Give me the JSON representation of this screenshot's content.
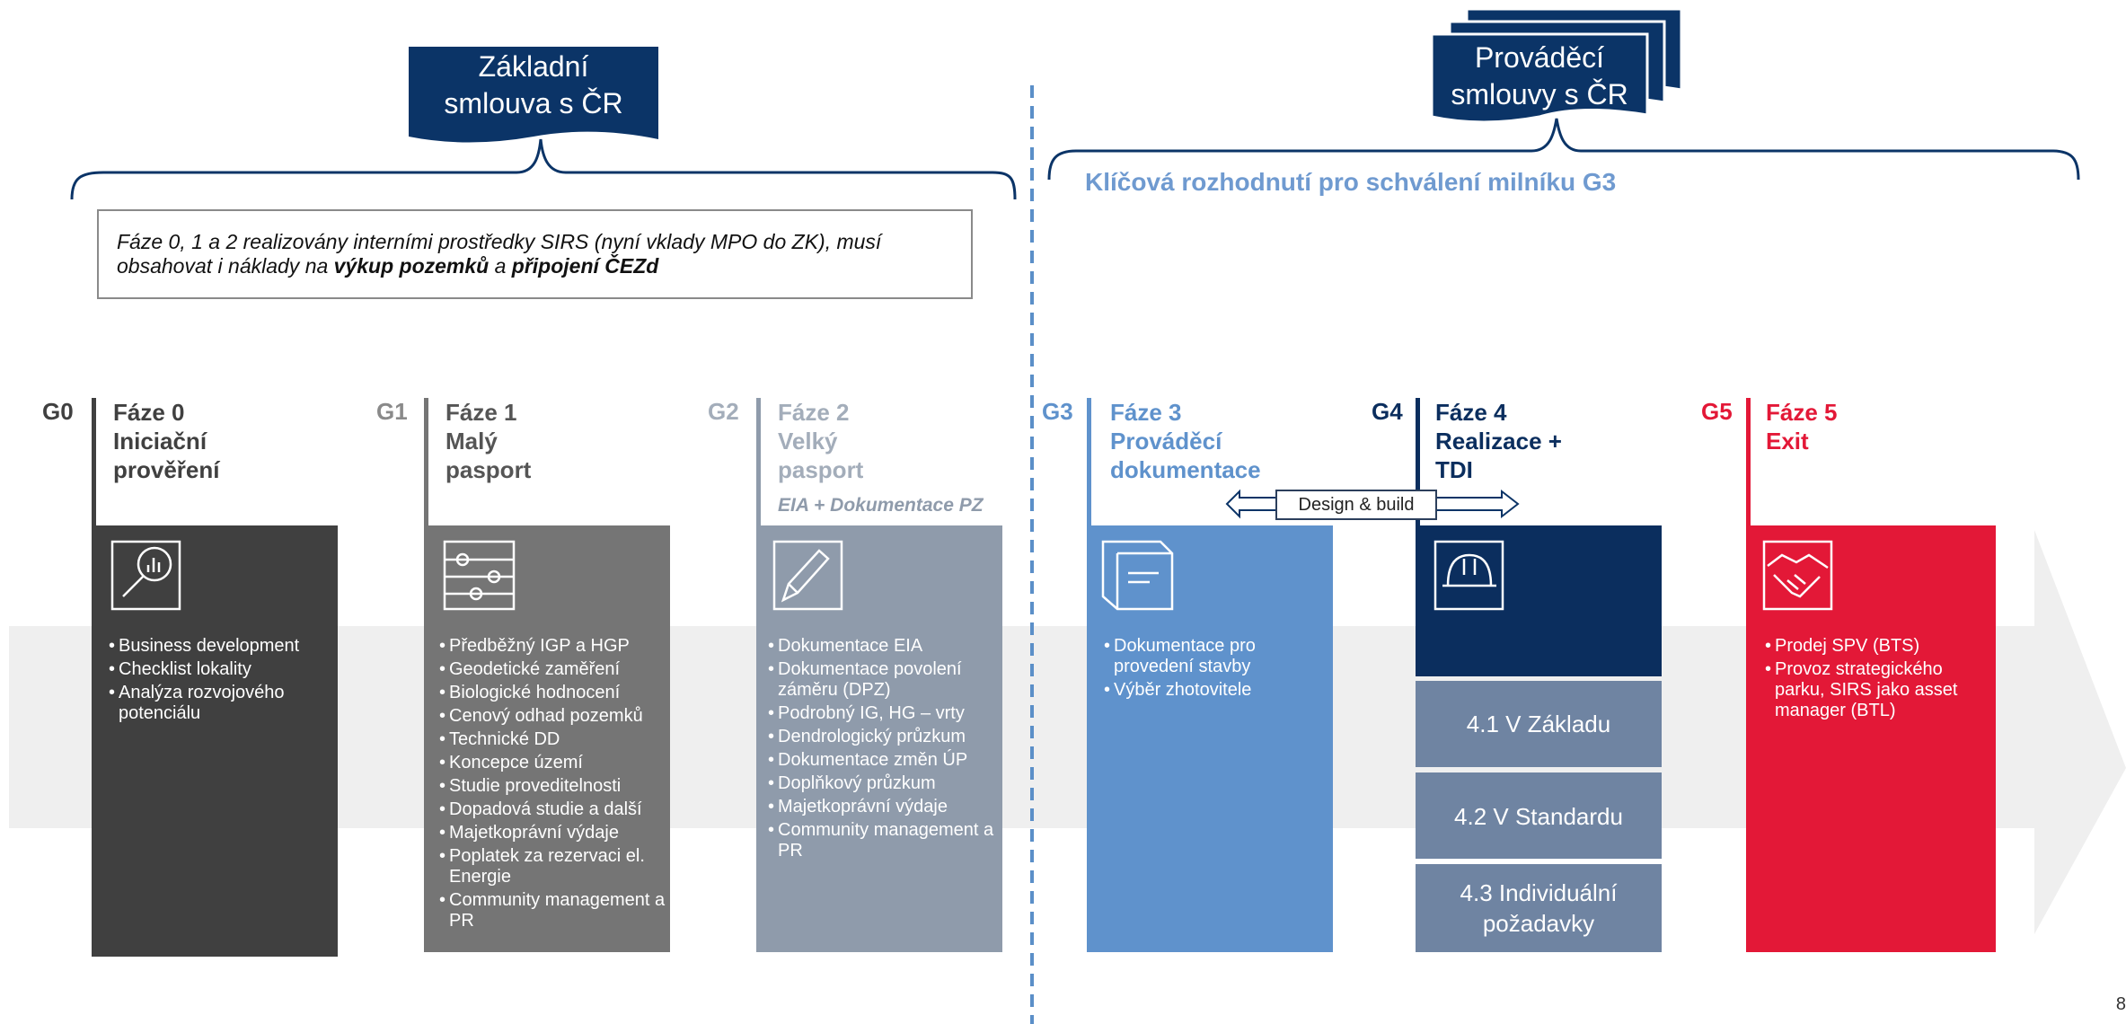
{
  "contract_left": {
    "line1": "Základní",
    "line2": "smlouva s ČR"
  },
  "contract_right": {
    "line1": "Prováděcí",
    "line2": "smlouvy s ČR"
  },
  "note": {
    "line1": "Fáze 0, 1 a 2 realizovány interními prostředky SIRS (nyní vklady MPO do ZK), musí",
    "line2_prefix": "obsahovat i náklady na ",
    "line2_bold1": "výkup pozemků",
    "line2_mid": " a ",
    "line2_bold2": "připojení ČEZd"
  },
  "g3_heading": "Klíčová rozhodnutí pro schválení milníku G3",
  "gates": [
    "G0",
    "G1",
    "G2",
    "G3",
    "G4",
    "G5"
  ],
  "phases": [
    {
      "l1": "Fáze 0",
      "l2": "Iniciační",
      "l3": "prověření"
    },
    {
      "l1": "Fáze 1",
      "l2": "Malý",
      "l3": "pasport"
    },
    {
      "l1": "Fáze 2",
      "l2": "Velký",
      "l3": "pasport"
    },
    {
      "l1": "Fáze 3",
      "l2": "Prováděcí",
      "l3": "dokumentace"
    },
    {
      "l1": "Fáze 4",
      "l2": "Realizace +",
      "l3": "TDI"
    },
    {
      "l1": "Fáze 5",
      "l2": "Exit",
      "l3": ""
    }
  ],
  "phase2_sub": "EIA + Dokumentace PZ",
  "design_build": "Design & build",
  "lists": {
    "p0": [
      "Business development",
      "Checklist lokality",
      "Analýza rozvojového potenciálu"
    ],
    "p1": [
      "Předběžný IGP a HGP",
      "Geodetické zaměření",
      "Biologické hodnocení",
      "Cenový odhad pozemků",
      "Technické DD",
      "Koncepce území",
      "Studie proveditelnosti",
      "Dopadová studie a další",
      "Majetkoprávní výdaje",
      "Poplatek za rezervaci el. Energie",
      "Community management a PR"
    ],
    "p2": [
      "Dokumentace EIA",
      "Dokumentace povolení záměru (DPZ)",
      "Podrobný IG, HG – vrty",
      "Dendrologický průzkum",
      "Dokumentace změn ÚP",
      "Doplňkový průzkum",
      "Majetkoprávní výdaje",
      "Community management a PR"
    ],
    "p3": [
      "Dokumentace pro provedení stavby",
      "Výběr zhotovitele"
    ],
    "p5": [
      "Prodej SPV (BTS)",
      "Provoz strategického parku, SIRS jako asset manager (BTL)"
    ]
  },
  "p4_sub": [
    "4.1 V Základu",
    "4.2 V Standardu",
    "4.3 Individuální požadavky"
  ],
  "page_number": "8",
  "icons": [
    "chart-magnifier-icon",
    "settings-sliders-icon",
    "pencil-document-icon",
    "stacked-documents-icon",
    "hard-hat-icon",
    "handshake-icon"
  ],
  "colors": {
    "navy": "#0b3467",
    "p0": "#404040",
    "p1": "#757575",
    "p2": "#8f9bab",
    "p3": "#5f92cc",
    "p4": "#0b2e5e",
    "p4sub": "#6f84a2",
    "p5": "#e31837",
    "arrow": "#efefef",
    "divider": "#5b8fc8"
  }
}
